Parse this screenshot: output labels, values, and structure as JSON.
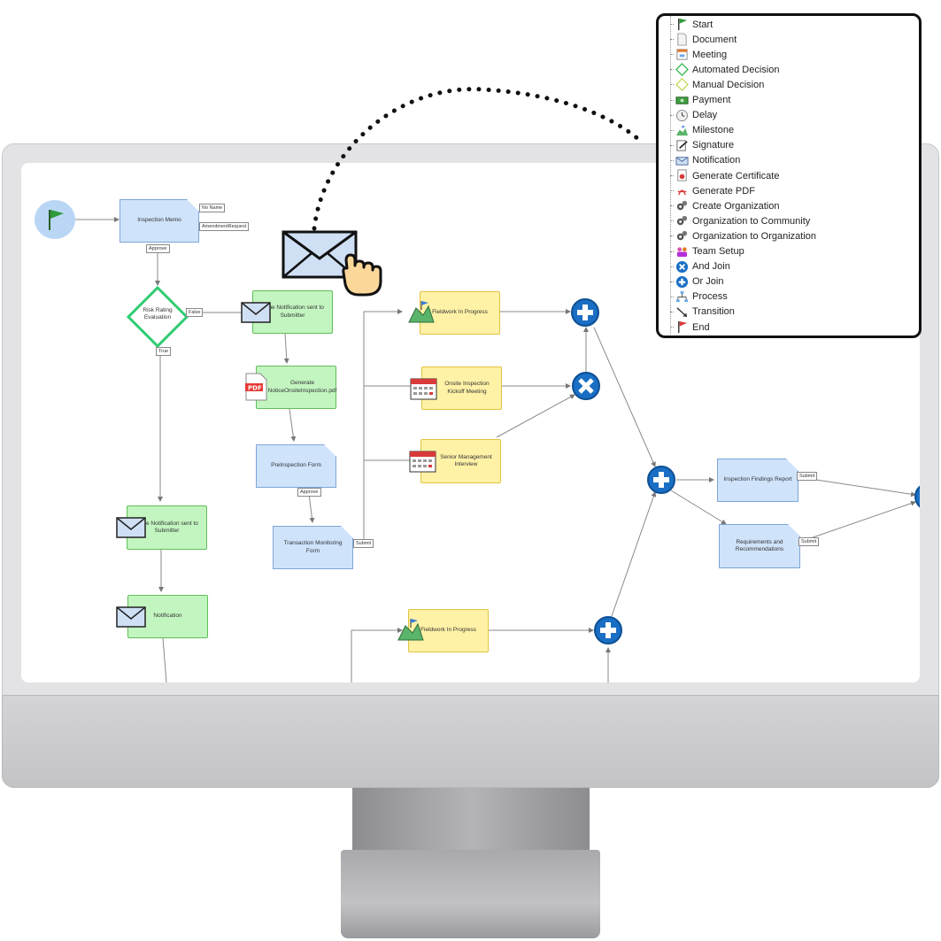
{
  "diagram": {
    "nodes": {
      "inspection_memo": "Inspection Memo",
      "risk_rating": "Risk Rating Evaluation",
      "inline_notif_top": "Inline Notification sent to Submitter",
      "generate_notice": "Generate NoticeOnsiteInspection.pdf",
      "preinspection_form": "PreInspection Form",
      "transaction_monitoring": "Transaction Monitoring Form",
      "inline_notif_left": "Inline Notification sent to Submitter",
      "notification": "Notification",
      "fieldwork_top": "Fieldwork In Progress",
      "onsite_kickoff": "Onsite Inspection Kickoff Meeting",
      "senior_mgmt": "Senior Management Interview",
      "fieldwork_bottom": "Fieldwork In Progress",
      "findings_report": "Inspection Findings Report",
      "requirements": "Requirements and Recommendations"
    },
    "edge_labels": {
      "no_name": "No Name",
      "amendment": "AmendmentRequest",
      "approve_1": "Approve",
      "false": "False",
      "true": "True",
      "approve_2": "Approve",
      "submit_1": "Submit",
      "submit_2": "Submit",
      "submit_3": "Submit"
    }
  },
  "palette": {
    "items": [
      {
        "label": "Start",
        "icon": "start-flag-icon"
      },
      {
        "label": "Document",
        "icon": "document-icon"
      },
      {
        "label": "Meeting",
        "icon": "meeting-icon"
      },
      {
        "label": "Automated Decision",
        "icon": "automated-decision-icon"
      },
      {
        "label": "Manual Decision",
        "icon": "manual-decision-icon"
      },
      {
        "label": "Payment",
        "icon": "payment-icon"
      },
      {
        "label": "Delay",
        "icon": "delay-icon"
      },
      {
        "label": "Milestone",
        "icon": "milestone-icon"
      },
      {
        "label": "Signature",
        "icon": "signature-icon"
      },
      {
        "label": "Notification",
        "icon": "notification-icon"
      },
      {
        "label": "Generate Certificate",
        "icon": "certificate-icon"
      },
      {
        "label": "Generate PDF",
        "icon": "pdf-icon"
      },
      {
        "label": "Create Organization",
        "icon": "gears-icon"
      },
      {
        "label": "Organization to Community",
        "icon": "gears-icon"
      },
      {
        "label": "Organization to Organization",
        "icon": "gears-icon"
      },
      {
        "label": "Team Setup",
        "icon": "team-icon"
      },
      {
        "label": "And Join",
        "icon": "and-join-icon"
      },
      {
        "label": "Or Join",
        "icon": "or-join-icon"
      },
      {
        "label": "Process",
        "icon": "process-icon"
      },
      {
        "label": "Transition",
        "icon": "transition-icon"
      },
      {
        "label": "End",
        "icon": "end-flag-icon"
      }
    ]
  },
  "colors": {
    "document": "#cfe3fb",
    "task_green": "#c3f5c0",
    "milestone_yellow": "#fff2a6",
    "join_blue": "#1a6fc4",
    "decision_green": "#2ecc71"
  }
}
